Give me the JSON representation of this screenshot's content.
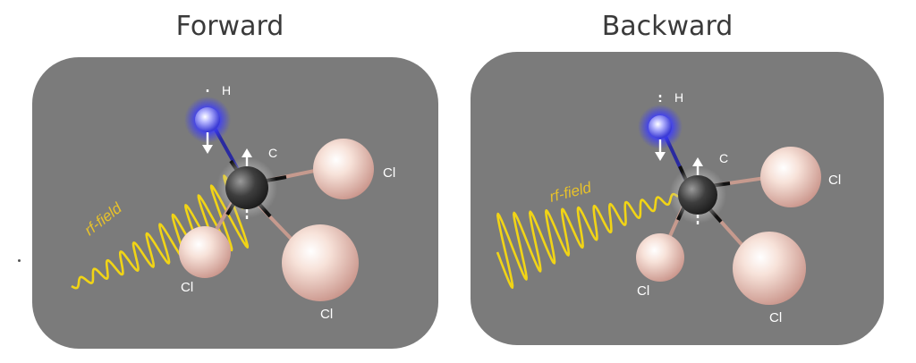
{
  "panels": [
    {
      "title": "Forward",
      "labels": {
        "h": "H",
        "c": "C",
        "cl1": "Cl",
        "cl2": "Cl",
        "cl3": "Cl",
        "field": "rf-field"
      }
    },
    {
      "title": "Backward",
      "labels": {
        "h": "H",
        "c": "C",
        "cl1": "Cl",
        "cl2": "Cl",
        "cl3": "Cl",
        "field": "rf-field"
      }
    }
  ],
  "colors": {
    "panel_bg": "#7b7b7b",
    "wave": "#f1d416",
    "field_label": "#e8c22a",
    "hydrogen": "#5a5ae8",
    "carbon": "#3c3c3c",
    "chlorine": "#f3d6cc",
    "bond_cl": "#c69a8e",
    "bond_h": "#2a2aa0",
    "spin_arrow": "#ffffff"
  }
}
